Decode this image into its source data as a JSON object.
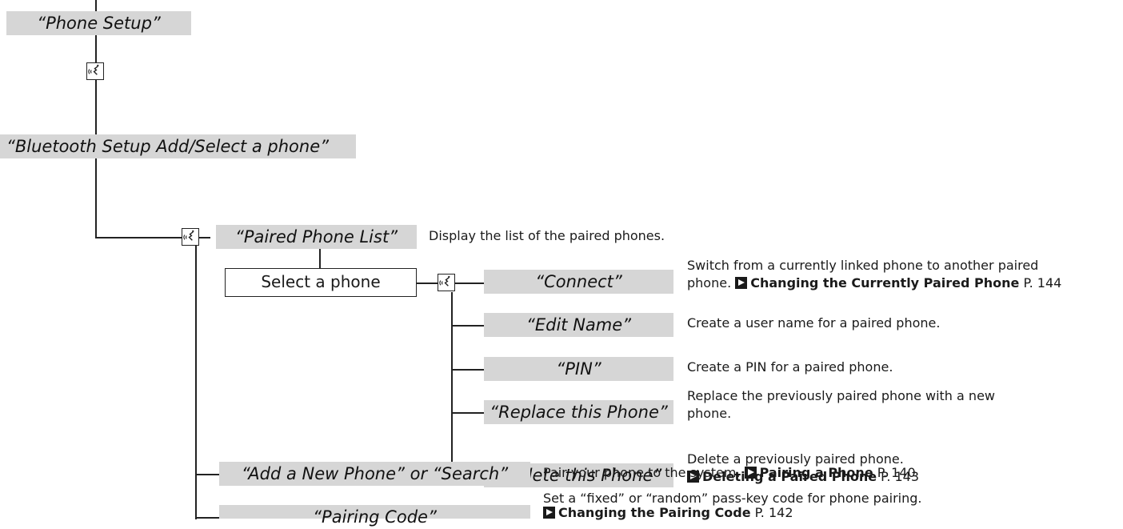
{
  "commands": {
    "phone_setup": "“Phone Setup”",
    "bluetooth_setup": "“Bluetooth Setup Add/Select a phone”",
    "paired_phone_list": "“Paired Phone List”",
    "connect": "“Connect”",
    "edit_name": "“Edit Name”",
    "pin": "“PIN”",
    "replace_this_phone": "“Replace this Phone”",
    "delete_this_phone": "“Delete this Phone”",
    "add_new_phone": "“Add a New Phone” or “Search”",
    "pairing_code": "“Pairing Code”"
  },
  "select_phone": "Select a phone",
  "descriptions": {
    "paired_phone_list": "Display the list of the paired phones.",
    "connect_line1": "Switch from a currently linked phone to another paired",
    "connect_line2_prefix": "phone.",
    "connect_link": "Changing the Currently Paired Phone",
    "connect_page": "P. 144",
    "edit_name": "Create a user name for a paired phone.",
    "pin": "Create a PIN for a paired phone.",
    "replace_line1": "Replace the previously paired phone with a new",
    "replace_line2": "phone.",
    "delete_line1": "Delete a previously paired phone.",
    "delete_link": "Deleting a Paired Phone",
    "delete_page": "P. 143",
    "add_prefix": "Pair your phone to the system.",
    "add_link": "Pairing a Phone",
    "add_page": "P. 140",
    "pairing_line1": "Set a “fixed” or “random” pass-key code for phone pairing.",
    "pairing_link": "Changing the Pairing Code",
    "pairing_page": "P. 142"
  },
  "icons": {
    "voice": "voice-command-icon",
    "reference": "reference-arrow-icon"
  },
  "colors": {
    "command_bg": "#d6d6d6",
    "line": "#222222"
  }
}
